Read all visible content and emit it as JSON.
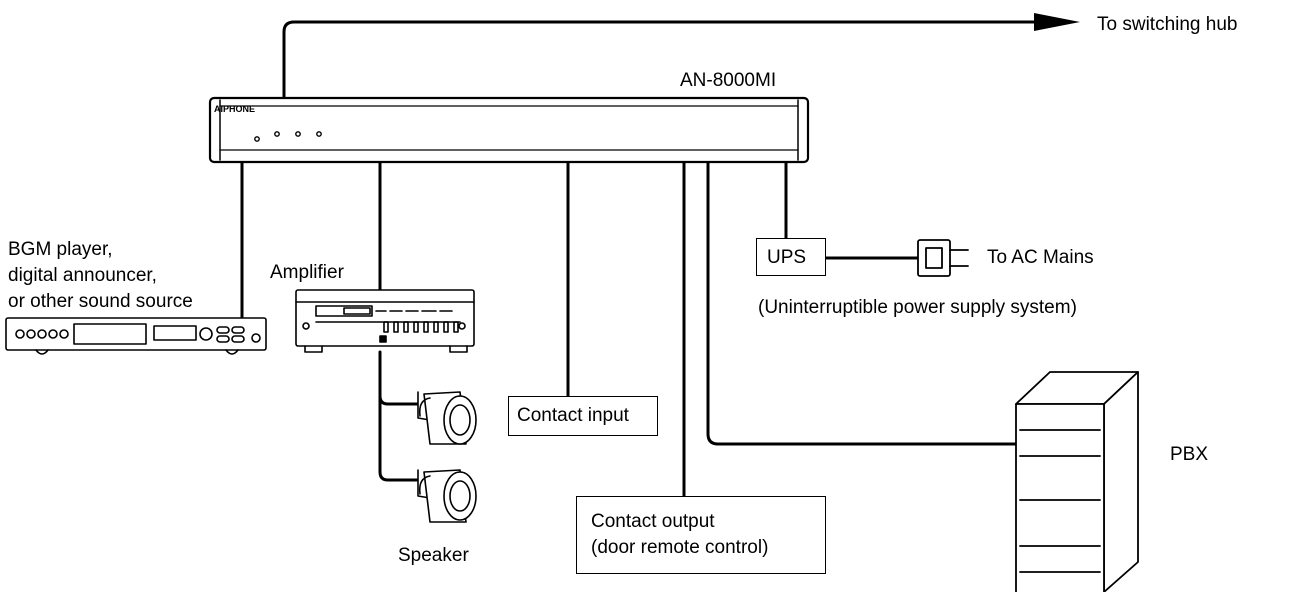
{
  "destinations": {
    "switching_hub": "To switching hub",
    "ac_mains": "To AC Mains"
  },
  "main_unit": {
    "model": "AN-8000MI",
    "brand": "AIPHONE"
  },
  "sound_source": {
    "line1": "BGM player,",
    "line2": "digital announcer,",
    "line3": "or other sound source"
  },
  "amplifier": {
    "label": "Amplifier"
  },
  "speaker": {
    "label": "Speaker"
  },
  "contact_input": {
    "label": "Contact input"
  },
  "contact_output": {
    "line1": "Contact output",
    "line2": "(door remote control)"
  },
  "ups": {
    "label": "UPS",
    "caption": "(Uninterruptible power supply system)"
  },
  "pbx": {
    "label": "PBX"
  }
}
